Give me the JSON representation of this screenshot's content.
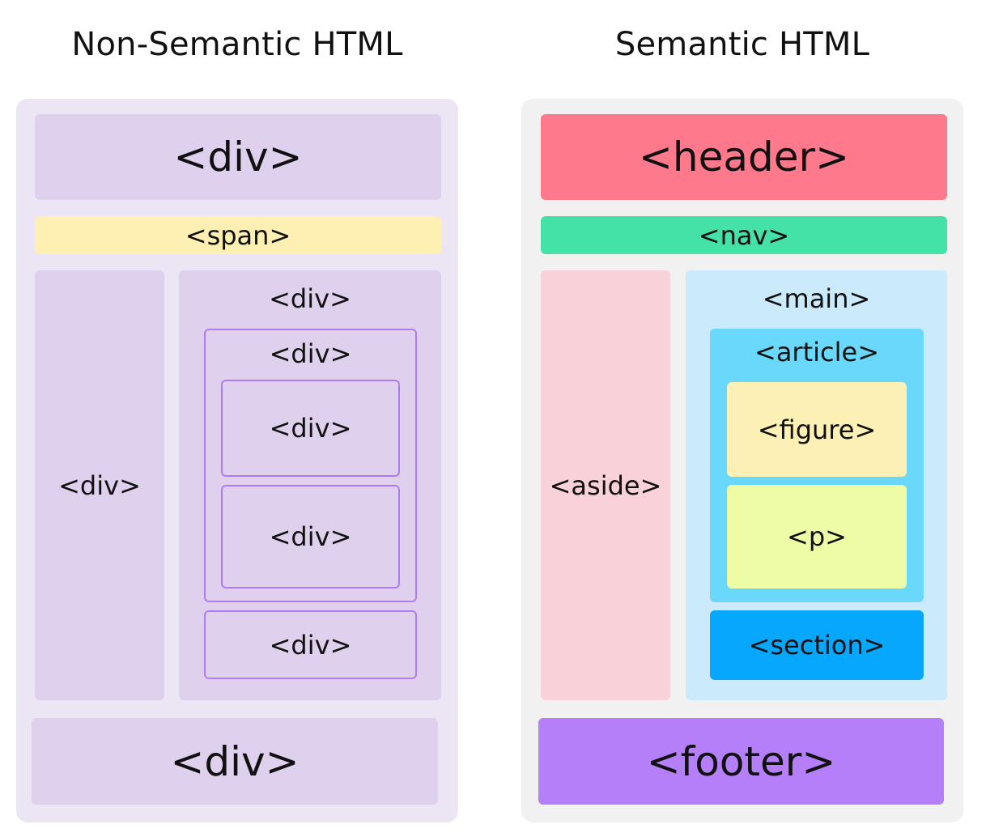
{
  "colors": {
    "left_panel_bg": "#ece6f4",
    "left_box": "#dfd0ee",
    "span_box": "#fdf0b2",
    "outline": "#b07cf2",
    "right_panel_bg": "#f1f1f2",
    "header": "#ff798d",
    "nav": "#45e2a8",
    "aside": "#f8d2d8",
    "main": "#cbeafc",
    "article": "#6ad8fb",
    "figure": "#fdf0b5",
    "p": "#eefca6",
    "section": "#06a7fc",
    "footer": "#b57ffa"
  },
  "left": {
    "title": "Non-Semantic HTML",
    "top_div": "<div>",
    "span": "<span>",
    "side_div": "<div>",
    "main_div": "<div>",
    "inner_div": "<div>",
    "inner_div_a": "<div>",
    "inner_div_b": "<div>",
    "bottom_inner_div": "<div>",
    "footer_div": "<div>"
  },
  "right": {
    "title": "Semantic HTML",
    "header": "<header>",
    "nav": "<nav>",
    "aside": "<aside>",
    "main": "<main>",
    "article": "<article>",
    "figure": "<figure>",
    "p": "<p>",
    "section": "<section>",
    "footer": "<footer>"
  }
}
